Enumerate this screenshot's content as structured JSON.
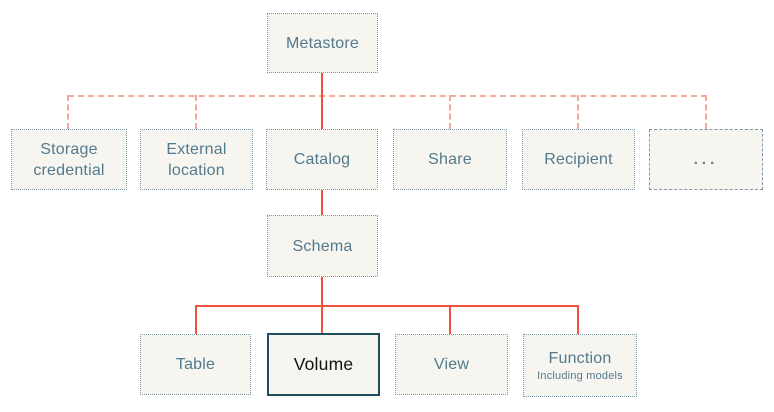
{
  "diagram": {
    "title": "Unity-Catalog-style object model hierarchy",
    "nodes": {
      "metastore": {
        "label": "Metastore"
      },
      "storage_credential": {
        "label": "Storage credential"
      },
      "external_location": {
        "label": "External location"
      },
      "catalog": {
        "label": "Catalog"
      },
      "share": {
        "label": "Share"
      },
      "recipient": {
        "label": "Recipient"
      },
      "ellipsis": {
        "label": "..."
      },
      "schema": {
        "label": "Schema"
      },
      "table": {
        "label": "Table"
      },
      "volume": {
        "label": "Volume",
        "highlighted": true
      },
      "view": {
        "label": "View"
      },
      "function": {
        "label": "Function",
        "sublabel": "Including models"
      }
    },
    "colors": {
      "background": "#ffffff",
      "box_fill": "#f6f5ef",
      "box_border": "#7f99a7",
      "box_text": "#527a8e",
      "highlight_border": "#1f4e5f",
      "highlight_text": "#111111",
      "solid_connector": "#f1523b",
      "dashed_connector": "#f5a79b"
    }
  }
}
